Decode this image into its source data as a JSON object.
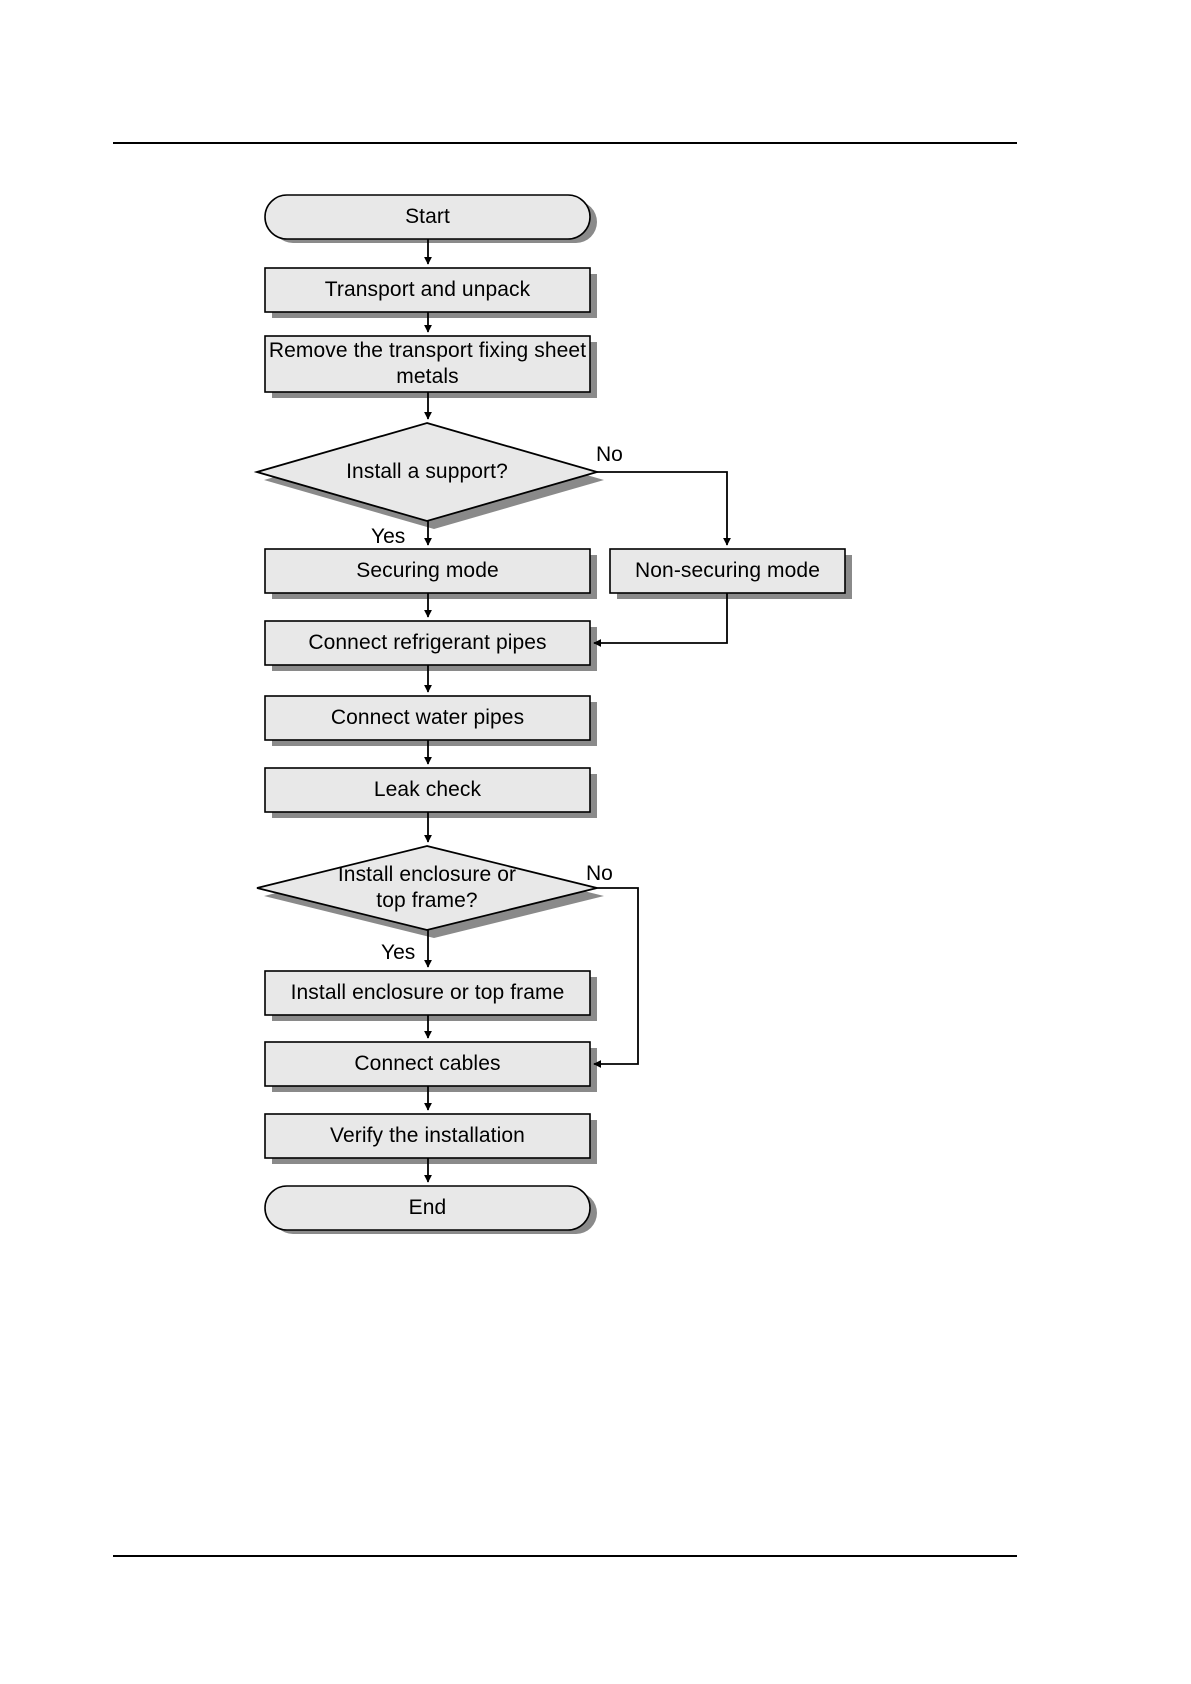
{
  "document": {
    "has_top_rule": true,
    "has_bottom_rule": true,
    "background_color": "#ffffff"
  },
  "colors": {
    "node_fill": "#e8e8e8",
    "node_stroke": "#000000",
    "node_shadow": "#808080",
    "connector": "#000000",
    "text": "#000000"
  },
  "chart_data": {
    "type": "diagram",
    "diagram_type": "flowchart",
    "title": "",
    "orientation": "top-to-bottom",
    "nodes": [
      {
        "id": "start",
        "shape": "terminator",
        "label": "Start"
      },
      {
        "id": "transport",
        "shape": "process",
        "label": "Transport and unpack"
      },
      {
        "id": "remove",
        "shape": "process",
        "label": "Remove the transport fixing sheet metals"
      },
      {
        "id": "support_q",
        "shape": "decision",
        "label": "Install a support?"
      },
      {
        "id": "securing",
        "shape": "process",
        "label": "Securing mode"
      },
      {
        "id": "nonsecuring",
        "shape": "process",
        "label": "Non-securing mode"
      },
      {
        "id": "refrigerant",
        "shape": "process",
        "label": "Connect refrigerant pipes"
      },
      {
        "id": "water",
        "shape": "process",
        "label": "Connect water pipes"
      },
      {
        "id": "leak",
        "shape": "process",
        "label": "Leak check"
      },
      {
        "id": "enclosure_q",
        "shape": "decision",
        "label": "Install enclosure or top frame?"
      },
      {
        "id": "enclosure",
        "shape": "process",
        "label": "Install enclosure or top frame"
      },
      {
        "id": "cables",
        "shape": "process",
        "label": "Connect cables"
      },
      {
        "id": "verify",
        "shape": "process",
        "label": "Verify the installation"
      },
      {
        "id": "end",
        "shape": "terminator",
        "label": "End"
      }
    ],
    "edges": [
      {
        "from": "start",
        "to": "transport",
        "label": ""
      },
      {
        "from": "transport",
        "to": "remove",
        "label": ""
      },
      {
        "from": "remove",
        "to": "support_q",
        "label": ""
      },
      {
        "from": "support_q",
        "to": "securing",
        "label": "Yes"
      },
      {
        "from": "support_q",
        "to": "nonsecuring",
        "label": "No"
      },
      {
        "from": "securing",
        "to": "refrigerant",
        "label": ""
      },
      {
        "from": "nonsecuring",
        "to": "refrigerant",
        "label": ""
      },
      {
        "from": "refrigerant",
        "to": "water",
        "label": ""
      },
      {
        "from": "water",
        "to": "leak",
        "label": ""
      },
      {
        "from": "leak",
        "to": "enclosure_q",
        "label": ""
      },
      {
        "from": "enclosure_q",
        "to": "enclosure",
        "label": "Yes"
      },
      {
        "from": "enclosure_q",
        "to": "cables",
        "label": "No"
      },
      {
        "from": "enclosure",
        "to": "cables",
        "label": ""
      },
      {
        "from": "cables",
        "to": "verify",
        "label": ""
      },
      {
        "from": "verify",
        "to": "end",
        "label": ""
      }
    ],
    "edge_labels": {
      "support_yes": "Yes",
      "support_no": "No",
      "enclosure_yes": "Yes",
      "enclosure_no": "No"
    }
  },
  "nodes": {
    "start": "Start",
    "transport": "Transport and unpack",
    "remove_line1": "Remove the transport fixing sheet",
    "remove_line2": "metals",
    "support_q": "Install a support?",
    "securing": "Securing mode",
    "nonsecuring": "Non-securing mode",
    "refrigerant": "Connect refrigerant pipes",
    "water": "Connect water pipes",
    "leak": "Leak check",
    "enclosure_q_line1": "Install enclosure or",
    "enclosure_q_line2": "top frame?",
    "enclosure": "Install enclosure or top frame",
    "cables": "Connect cables",
    "verify": "Verify the installation",
    "end": "End"
  },
  "labels": {
    "support_yes": "Yes",
    "support_no": "No",
    "enclosure_yes": "Yes",
    "enclosure_no": "No"
  }
}
